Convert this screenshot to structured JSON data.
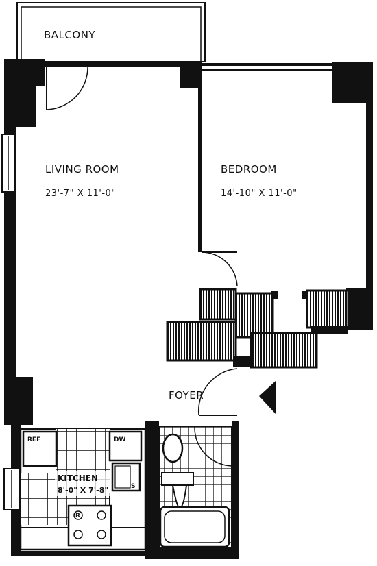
{
  "rooms": {
    "balcony": {
      "name": "BALCONY"
    },
    "living_room": {
      "name": "LIVING ROOM",
      "dimensions": "23'-7\" X 11'-0\""
    },
    "bedroom": {
      "name": "BEDROOM",
      "dimensions": "14'-10\" X 11'-0\""
    },
    "foyer": {
      "name": "FOYER"
    },
    "kitchen": {
      "name": "KITCHEN",
      "dimensions": "8'-0\" X 7'-8\""
    }
  },
  "fixtures": {
    "refrigerator": "REF",
    "dishwasher": "DW",
    "sink": "S",
    "range": "R"
  },
  "icons": [
    "entry-arrow-icon"
  ]
}
